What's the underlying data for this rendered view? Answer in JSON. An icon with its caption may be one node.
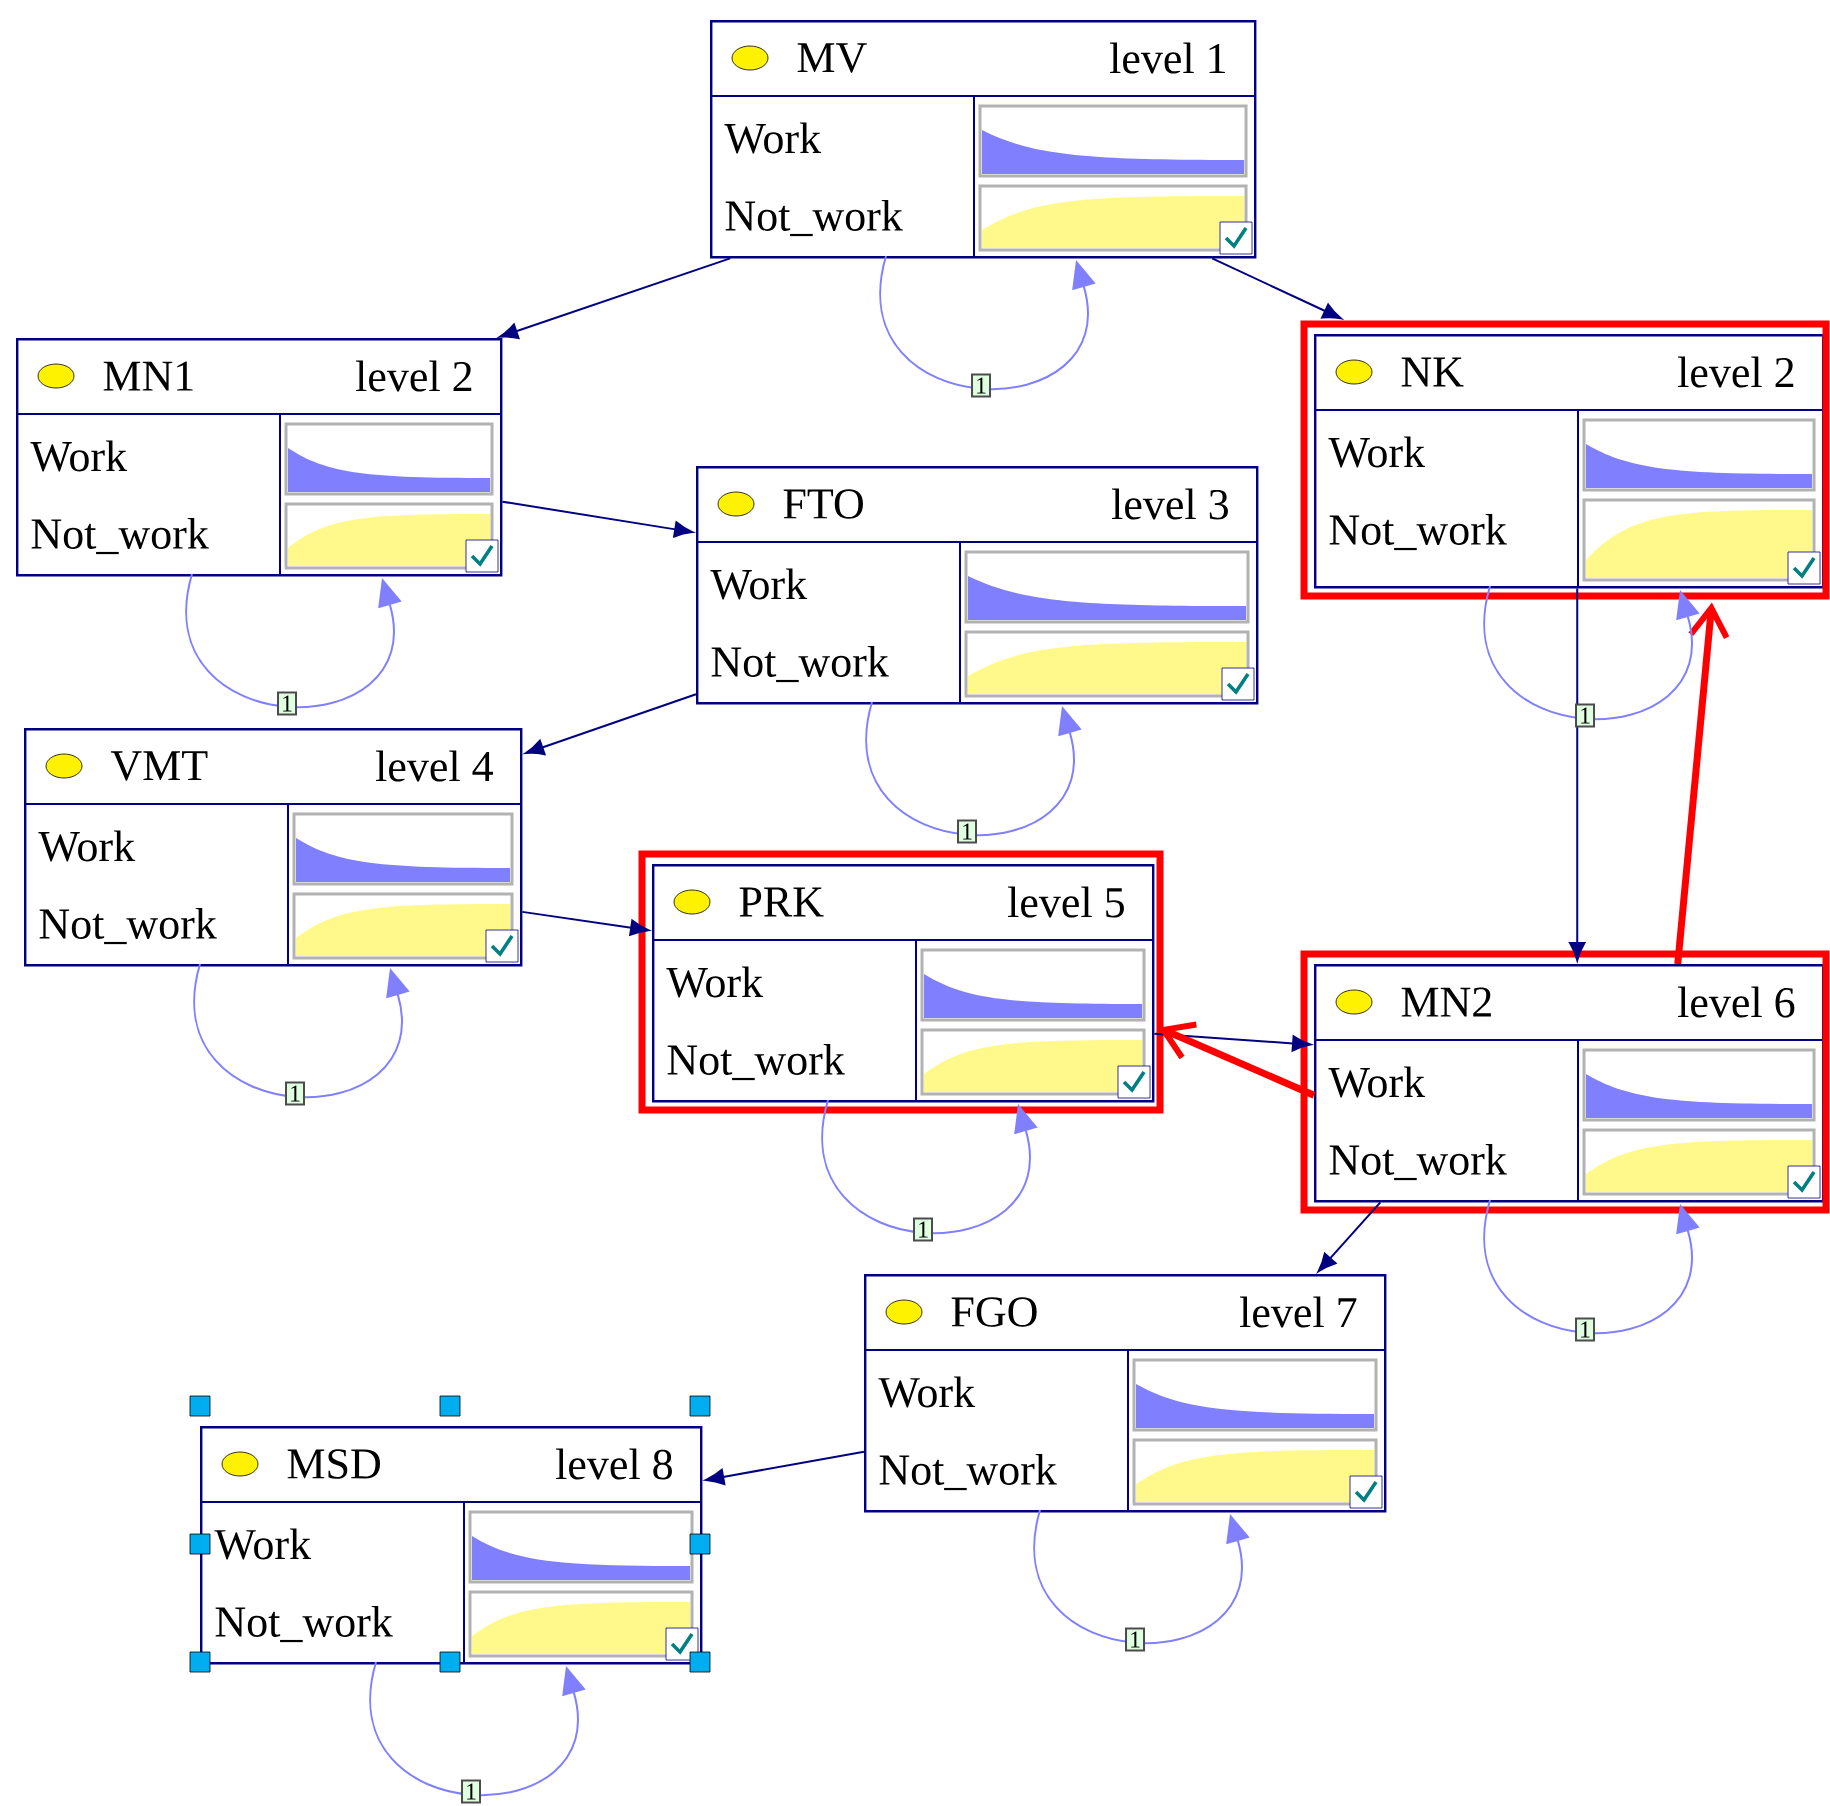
{
  "diagram": {
    "nodes": [
      {
        "text": [
          "MV",
          "level 1",
          "Work",
          "Not_work"
        ]
      },
      {
        "text": [
          "MN1",
          "level 2",
          "Work",
          "Not_work"
        ]
      },
      {
        "text": [
          "NK",
          "level 2",
          "Work",
          "Not_work"
        ]
      },
      {
        "text": [
          "FTO",
          "level 3",
          "Work",
          "Not_work"
        ]
      },
      {
        "text": [
          "VMT",
          "level 4",
          "Work",
          "Not_work"
        ]
      },
      {
        "text": [
          "PRK",
          "level 5",
          "Work",
          "Not_work"
        ]
      },
      {
        "text": [
          "MN2",
          "level 6",
          "Work",
          "Not_work"
        ]
      },
      {
        "text": [
          "FGO",
          "level 7",
          "Work",
          "Not_work"
        ]
      },
      {
        "text": [
          "MSD",
          "level 8",
          "Work",
          "Not_work"
        ]
      }
    ],
    "edges": [
      {
        "from": 0,
        "to": 1,
        "arrow": "to"
      },
      {
        "from": 0,
        "to": 2,
        "arrow": "to"
      },
      {
        "from": 1,
        "to": 3,
        "arrow": "to"
      },
      {
        "from": 3,
        "to": 4,
        "arrow": "to"
      },
      {
        "from": 4,
        "to": 5,
        "arrow": "to"
      },
      {
        "from": 2,
        "to": 6,
        "arrow": "to"
      },
      {
        "from": 5,
        "to": 6,
        "arrow": "to"
      },
      {
        "from": 6,
        "to": 5,
        "arrow": "to",
        "style": "thick",
        "color": "#ff0000"
      },
      {
        "from": 6,
        "to": 2,
        "arrow": "to",
        "style": "thick",
        "color": "#ff0000"
      },
      {
        "from": 6,
        "to": 7,
        "arrow": "to"
      },
      {
        "from": 7,
        "to": 8,
        "arrow": "to"
      },
      {
        "from": 0,
        "to": 0,
        "arrow": "to",
        "label": "1",
        "color": "#8080ff"
      },
      {
        "from": 1,
        "to": 1,
        "arrow": "to",
        "label": "1",
        "color": "#8080ff"
      },
      {
        "from": 2,
        "to": 2,
        "arrow": "to",
        "label": "1",
        "color": "#8080ff"
      },
      {
        "from": 3,
        "to": 3,
        "arrow": "to",
        "label": "1",
        "color": "#8080ff"
      },
      {
        "from": 4,
        "to": 4,
        "arrow": "to",
        "label": "1",
        "color": "#8080ff"
      },
      {
        "from": 5,
        "to": 5,
        "arrow": "to",
        "label": "1",
        "color": "#8080ff"
      },
      {
        "from": 6,
        "to": 6,
        "arrow": "to",
        "label": "1",
        "color": "#8080ff"
      },
      {
        "from": 7,
        "to": 7,
        "arrow": "to",
        "label": "1",
        "color": "#8080ff"
      },
      {
        "from": 8,
        "to": 8,
        "arrow": "to",
        "label": "1",
        "color": "#8080ff"
      }
    ]
  }
}
